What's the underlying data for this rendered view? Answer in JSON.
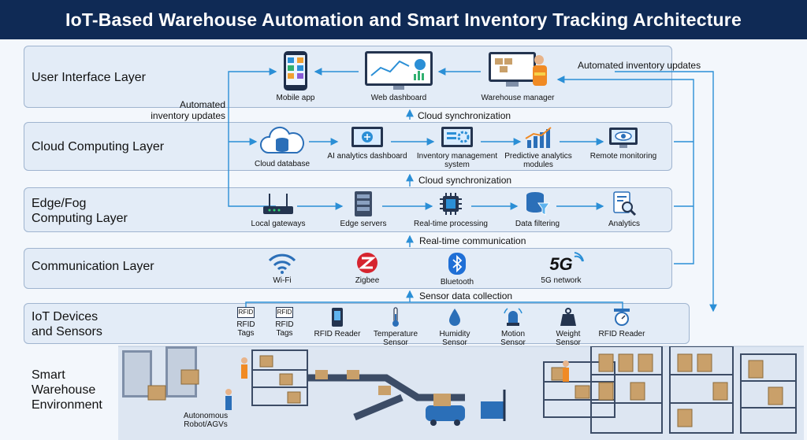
{
  "title": "IoT-Based Warehouse Automation and Smart Inventory Tracking Architecture",
  "layers": [
    {
      "label": "User Interface Layer"
    },
    {
      "label": "Cloud Computing Layer"
    },
    {
      "label": "Edge/Fog Computing Layer"
    },
    {
      "label": "Communication Layer"
    },
    {
      "label": "IoT Devices and Sensors"
    },
    {
      "label": "Smart Warehouse Environment"
    }
  ],
  "ui_components": [
    "Mobile app",
    "Web dashboard",
    "Warehouse manager"
  ],
  "cloud_components": [
    "Cloud database",
    "AI analytics dashboard",
    "Inventory management system",
    "Predictive analytics modules",
    "Remote monitoring"
  ],
  "edge_components": [
    "Local gateways",
    "Edge servers",
    "Real-time processing",
    "Data filtering",
    "Analytics"
  ],
  "comm_components": [
    "Wi-Fi",
    "Zigbee",
    "Bluetooth",
    "5G network"
  ],
  "comm_5g_logo": "5G",
  "rfid_tag_text": "RFID",
  "iot_components": [
    "RFID Tags",
    "RFID Tags",
    "RFID Reader",
    "Temperature Sensor",
    "Humidity Sensor",
    "Motion Sensor",
    "Weight Sensor",
    "RFID Reader"
  ],
  "flows": {
    "cloud_sync_1": "Cloud synchronization",
    "cloud_sync_2": "Cloud synchronization",
    "realtime_comm": "Real-time communication",
    "sensor_collection": "Sensor data collection",
    "auto_updates_right": "Automated inventory updates",
    "auto_updates_left": "Automated inventory updates"
  },
  "warehouse_labels": {
    "agv": "Autonomous Robot/AGVs"
  },
  "colors": {
    "title_bg": "#0f2a55",
    "layer_bg": "#e3ecf7",
    "accent": "#2b8fd6",
    "box": "#c9a06a"
  }
}
